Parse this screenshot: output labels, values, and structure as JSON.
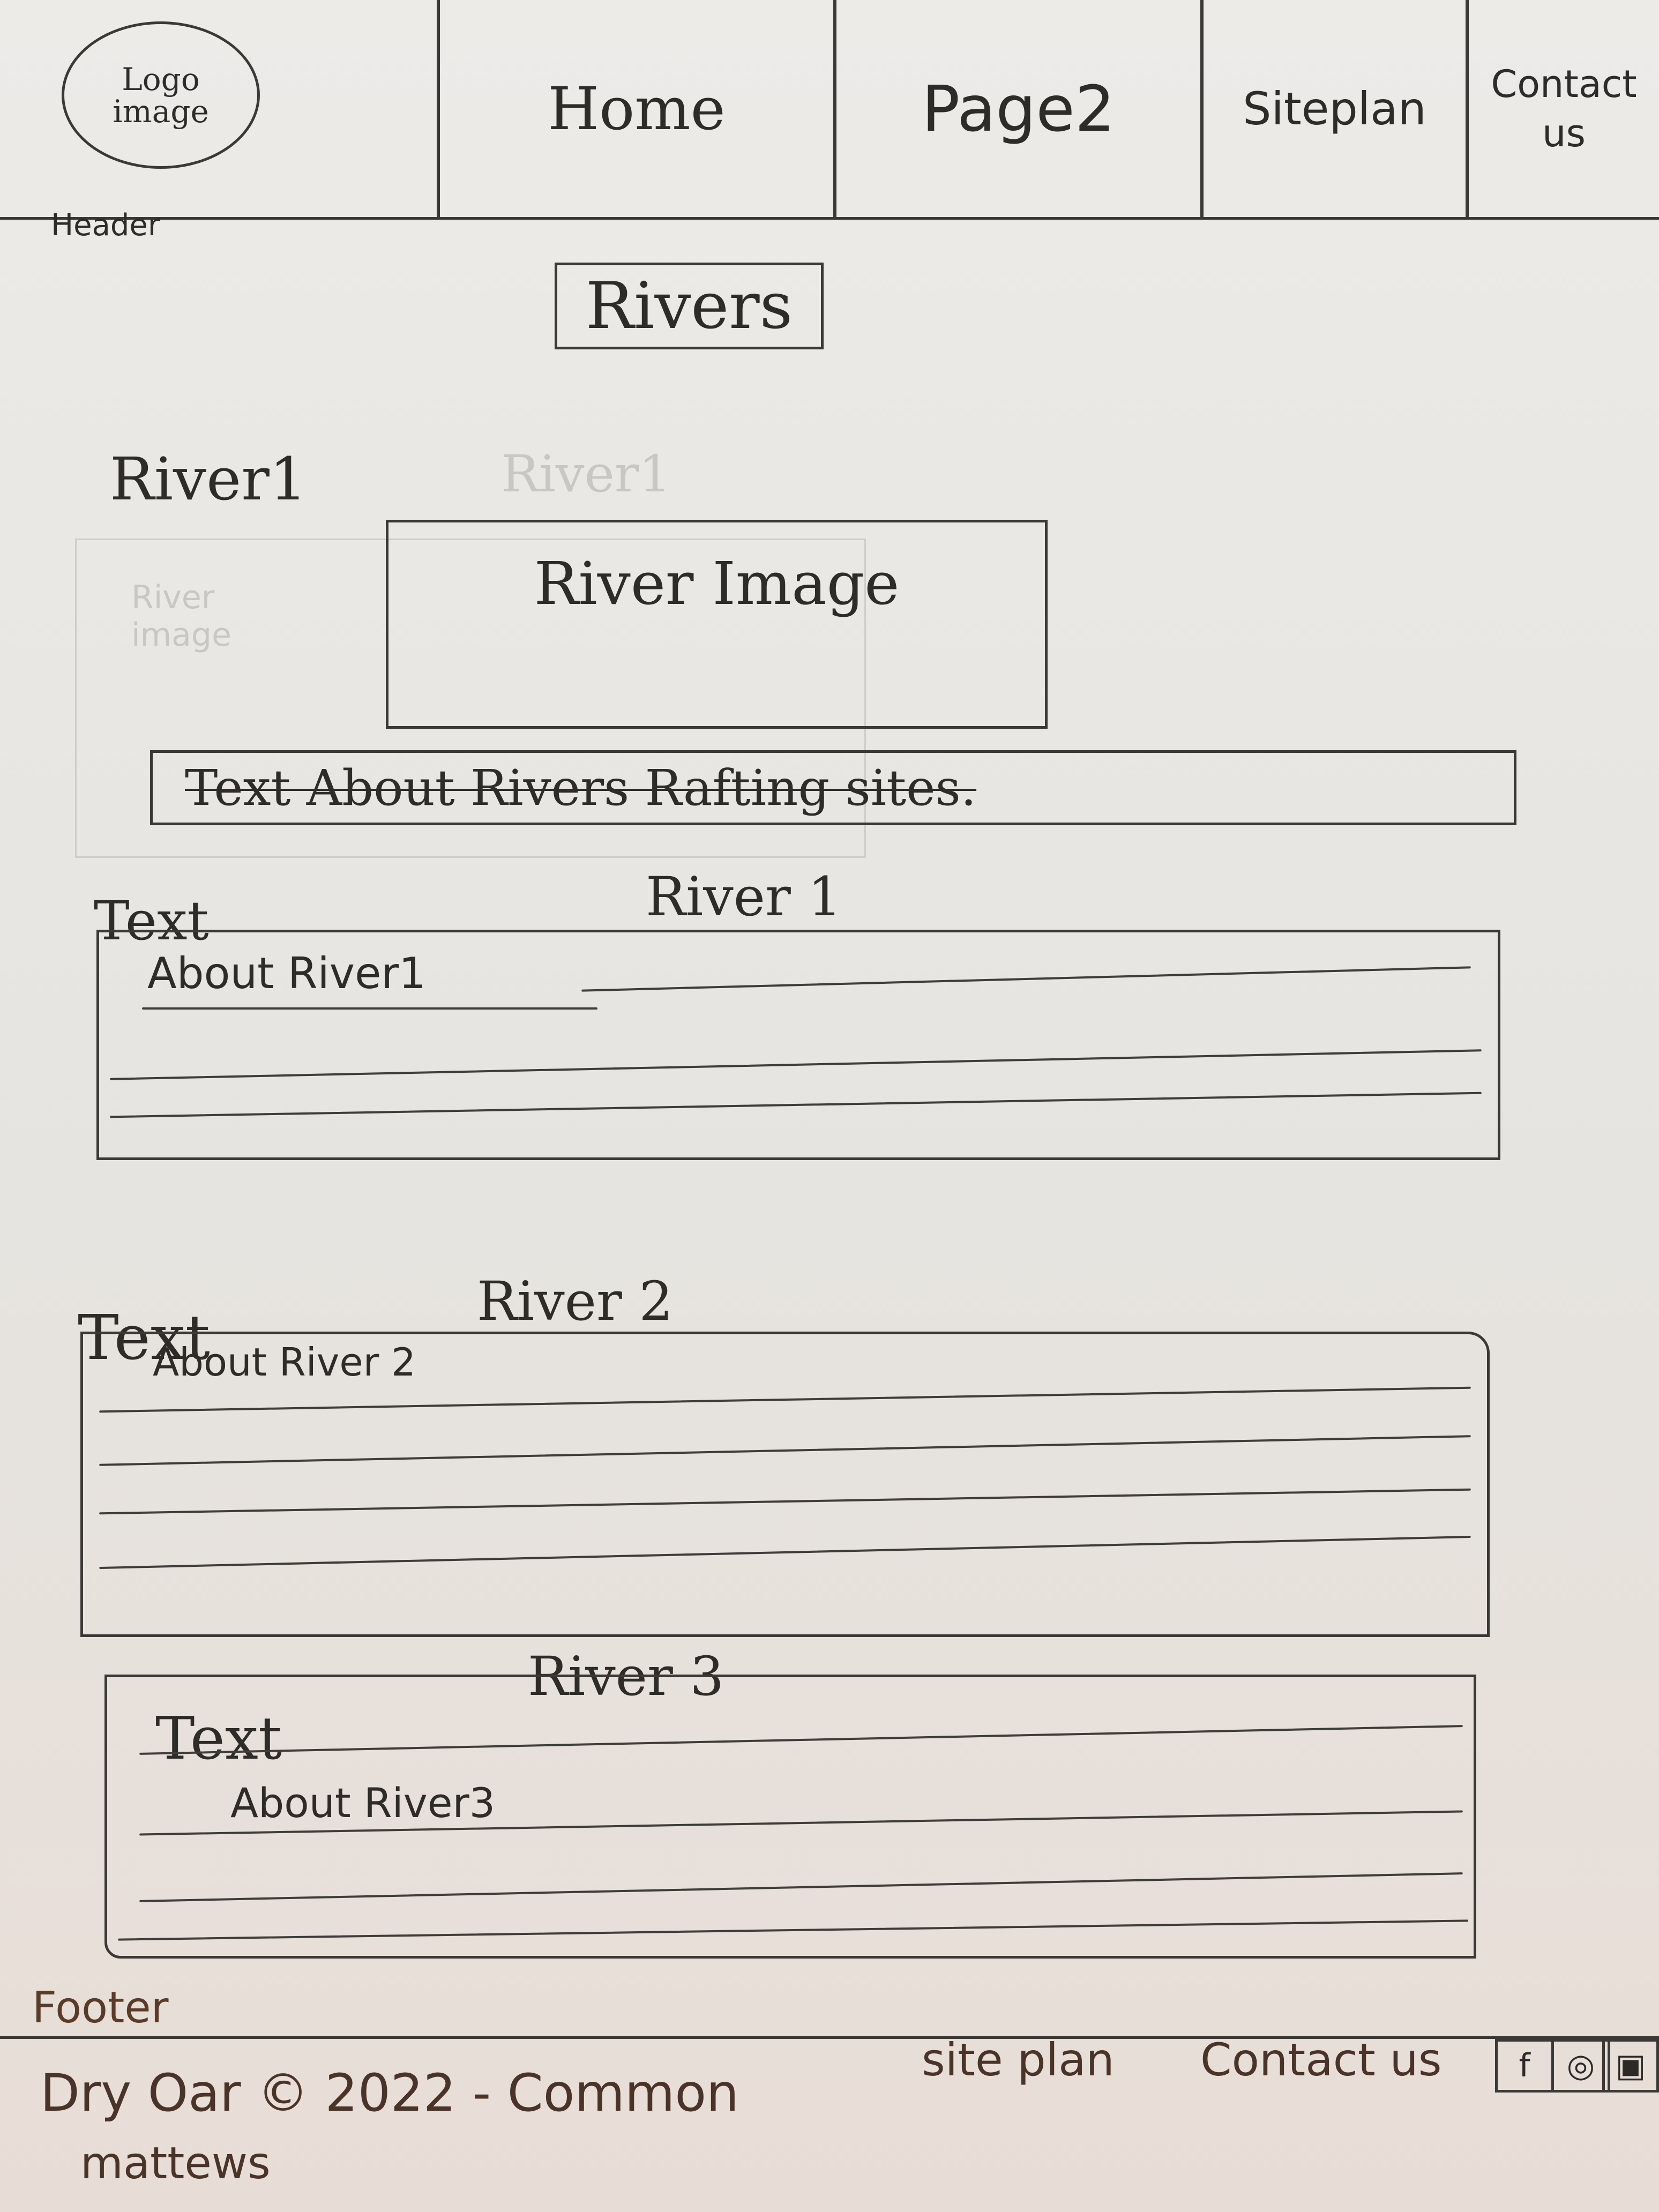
{
  "header": {
    "logo_text": "Logo image",
    "label": "Header"
  },
  "nav": {
    "items": [
      {
        "label": "Home"
      },
      {
        "label": "Page2"
      },
      {
        "label": "Siteplan"
      },
      {
        "label": "Contact us"
      }
    ]
  },
  "page": {
    "title": "Rivers"
  },
  "river1": {
    "heading": "River1",
    "ghost_heading": "River1",
    "faint_text": "River image",
    "image_label": "River Image",
    "rafting_text": "Text About Rivers Rafting sites."
  },
  "sections": [
    {
      "text_label": "Text",
      "title": "River 1",
      "about": "About River1"
    },
    {
      "text_label": "Text",
      "title": "River 2",
      "about": "About River 2"
    },
    {
      "text_label": "Text",
      "title": "River 3",
      "about": "About River3"
    }
  ],
  "footer": {
    "label": "Footer",
    "copyright_line1": "Dry Oar © 2022 - Common",
    "copyright_line2": "mattews",
    "links": [
      {
        "label": "site plan"
      },
      {
        "label": "Contact us"
      }
    ],
    "social_icons": [
      "facebook-icon",
      "instagram-icon",
      "twitter-icon"
    ]
  }
}
